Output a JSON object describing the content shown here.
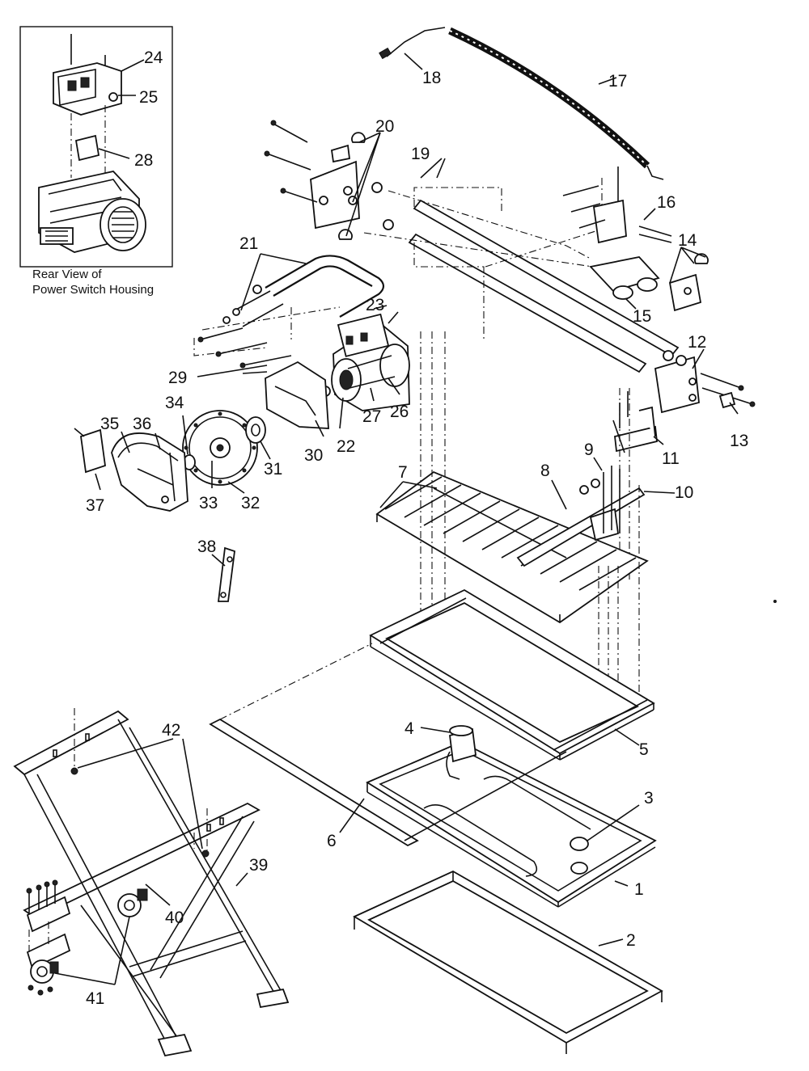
{
  "inset": {
    "caption_line1": "Rear View of",
    "caption_line2": "Power Switch Housing"
  },
  "callouts": {
    "n1": "1",
    "n2": "2",
    "n3": "3",
    "n4": "4",
    "n5": "5",
    "n6": "6",
    "n7": "7",
    "n8": "8",
    "n9": "9",
    "n10": "10",
    "n11": "11",
    "n12": "12",
    "n13": "13",
    "n14": "14",
    "n15": "15",
    "n16": "16",
    "n17": "17",
    "n18": "18",
    "n19": "19",
    "n20": "20",
    "n21": "21",
    "n22": "22",
    "n23": "23",
    "n24": "24",
    "n25": "25",
    "n26": "26",
    "n27": "27",
    "n28": "28",
    "n29": "29",
    "n30": "30",
    "n31": "31",
    "n32": "32",
    "n33": "33",
    "n34": "34",
    "n35": "35",
    "n36": "36",
    "n37": "37",
    "n38": "38",
    "n39": "39",
    "n40": "40",
    "n41": "41",
    "n42": "42"
  }
}
